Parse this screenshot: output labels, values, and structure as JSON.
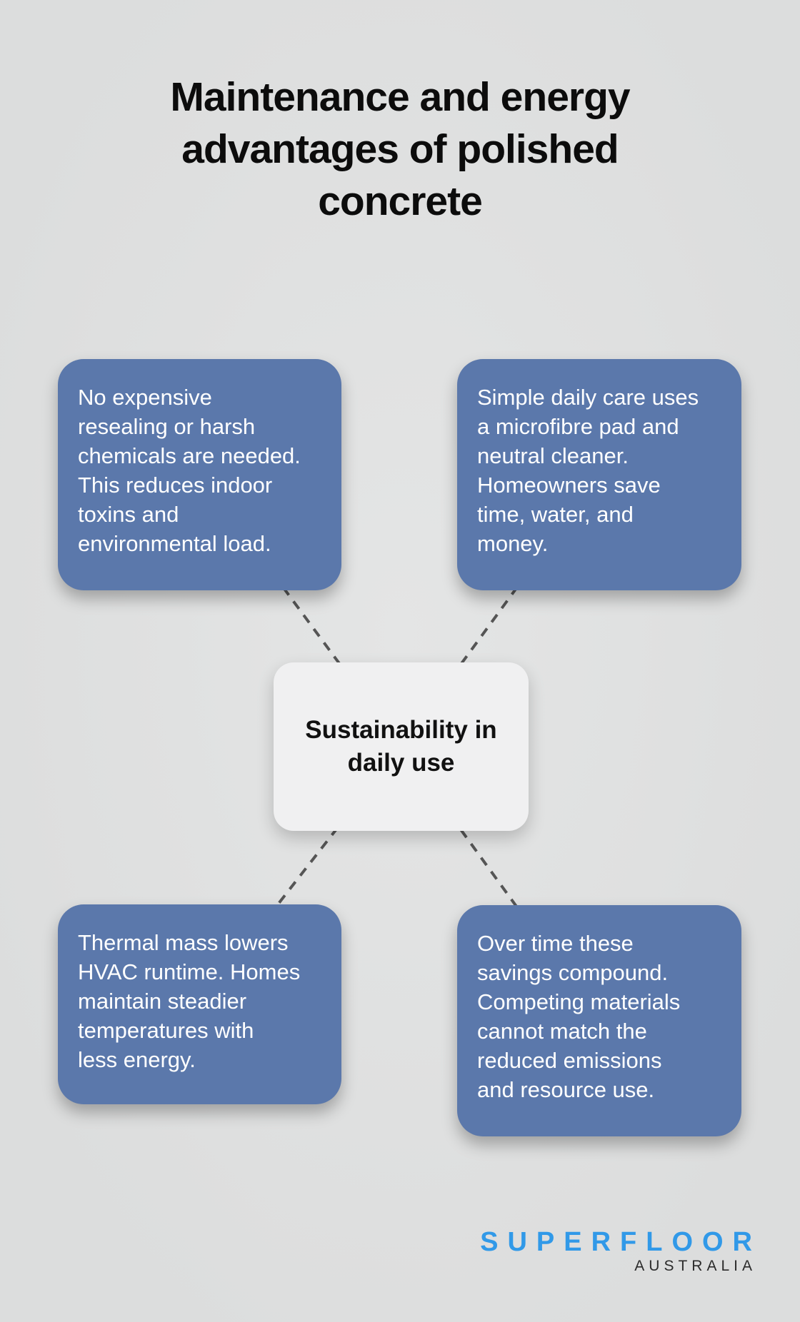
{
  "title": "Maintenance and energy\nadvantages of polished\nconcrete",
  "center_node": {
    "label": "Sustainability in\ndaily use"
  },
  "nodes": [
    {
      "id": "top-left",
      "text": "No expensive\nresealing or harsh\nchemicals are needed.\nThis reduces indoor\ntoxins and\nenvironmental load."
    },
    {
      "id": "top-right",
      "text": "Simple daily care uses\na microfibre pad and\nneutral cleaner.\nHomeowners save\ntime, water, and\nmoney."
    },
    {
      "id": "bottom-left",
      "text": "Thermal mass lowers\nHVAC runtime. Homes\nmaintain steadier\ntemperatures with\nless energy."
    },
    {
      "id": "bottom-right",
      "text": "Over time these\nsavings compound.\nCompeting materials\ncannot match the\nreduced emissions\nand resource use."
    }
  ],
  "logo": {
    "brand": "SUPERFLOOR",
    "region": "AUSTRALIA"
  },
  "colors": {
    "node-blue": "#5b78ab",
    "node-text": "#ffffff",
    "center-bg": "#f0f0f1",
    "title-color": "#0c0c0c",
    "dash-color": "#555555",
    "logo-blue": "#3199e8",
    "logo-dark": "#2b2b2b",
    "bg-outer": "#dcdddd",
    "bg-inner": "#e4e5e5"
  }
}
